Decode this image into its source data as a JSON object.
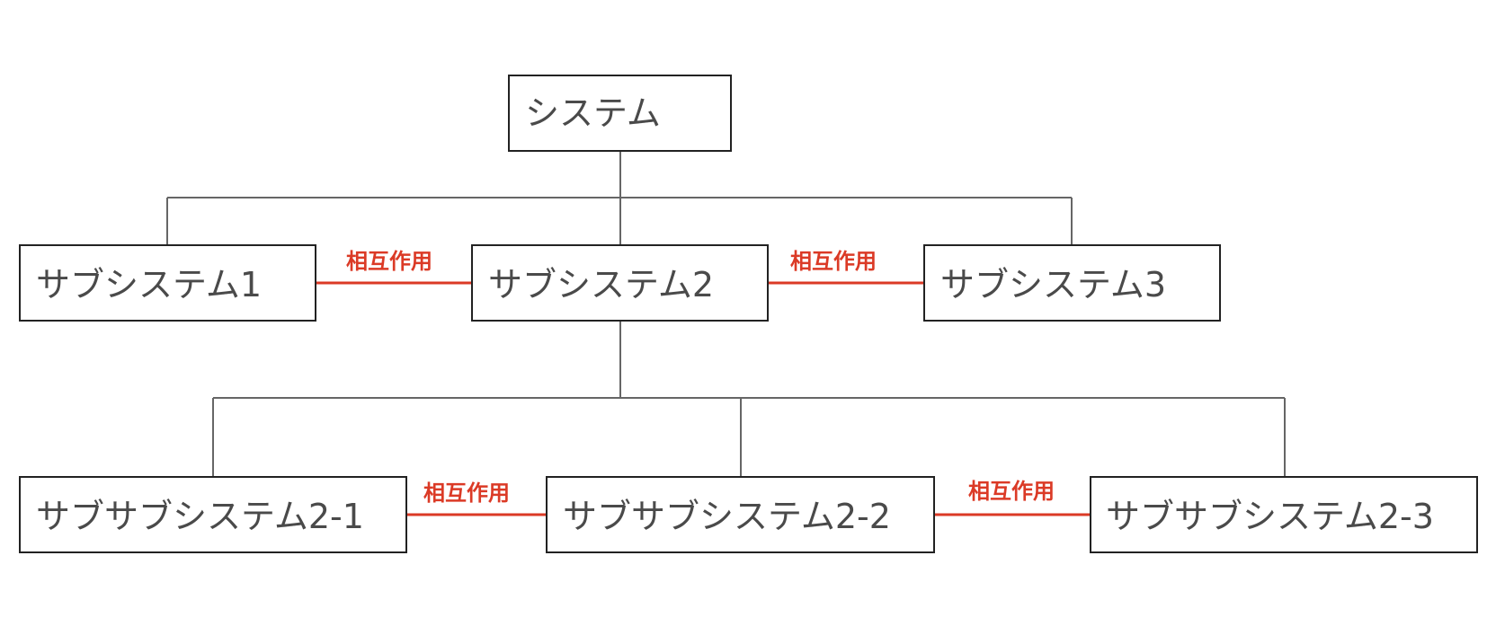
{
  "colors": {
    "background": "#ffffff",
    "box_border": "#222222",
    "tree_line": "#666666",
    "interaction_line": "#db3a26",
    "node_text": "#4a4a4a",
    "interaction_text": "#db3a26"
  },
  "nodes": {
    "system": "システム",
    "subsystem_1": "サブシステム1",
    "subsystem_2": "サブシステム2",
    "subsystem_3": "サブシステム3",
    "subsubsystem_2_1": "サブサブシステム2-1",
    "subsubsystem_2_2": "サブサブシステム2-2",
    "subsubsystem_2_3": "サブサブシステム2-3"
  },
  "interactions": {
    "subsystem_1_2": "相互作用",
    "subsystem_2_3": "相互作用",
    "subsubsystem_1_2": "相互作用",
    "subsubsystem_2_3": "相互作用"
  }
}
